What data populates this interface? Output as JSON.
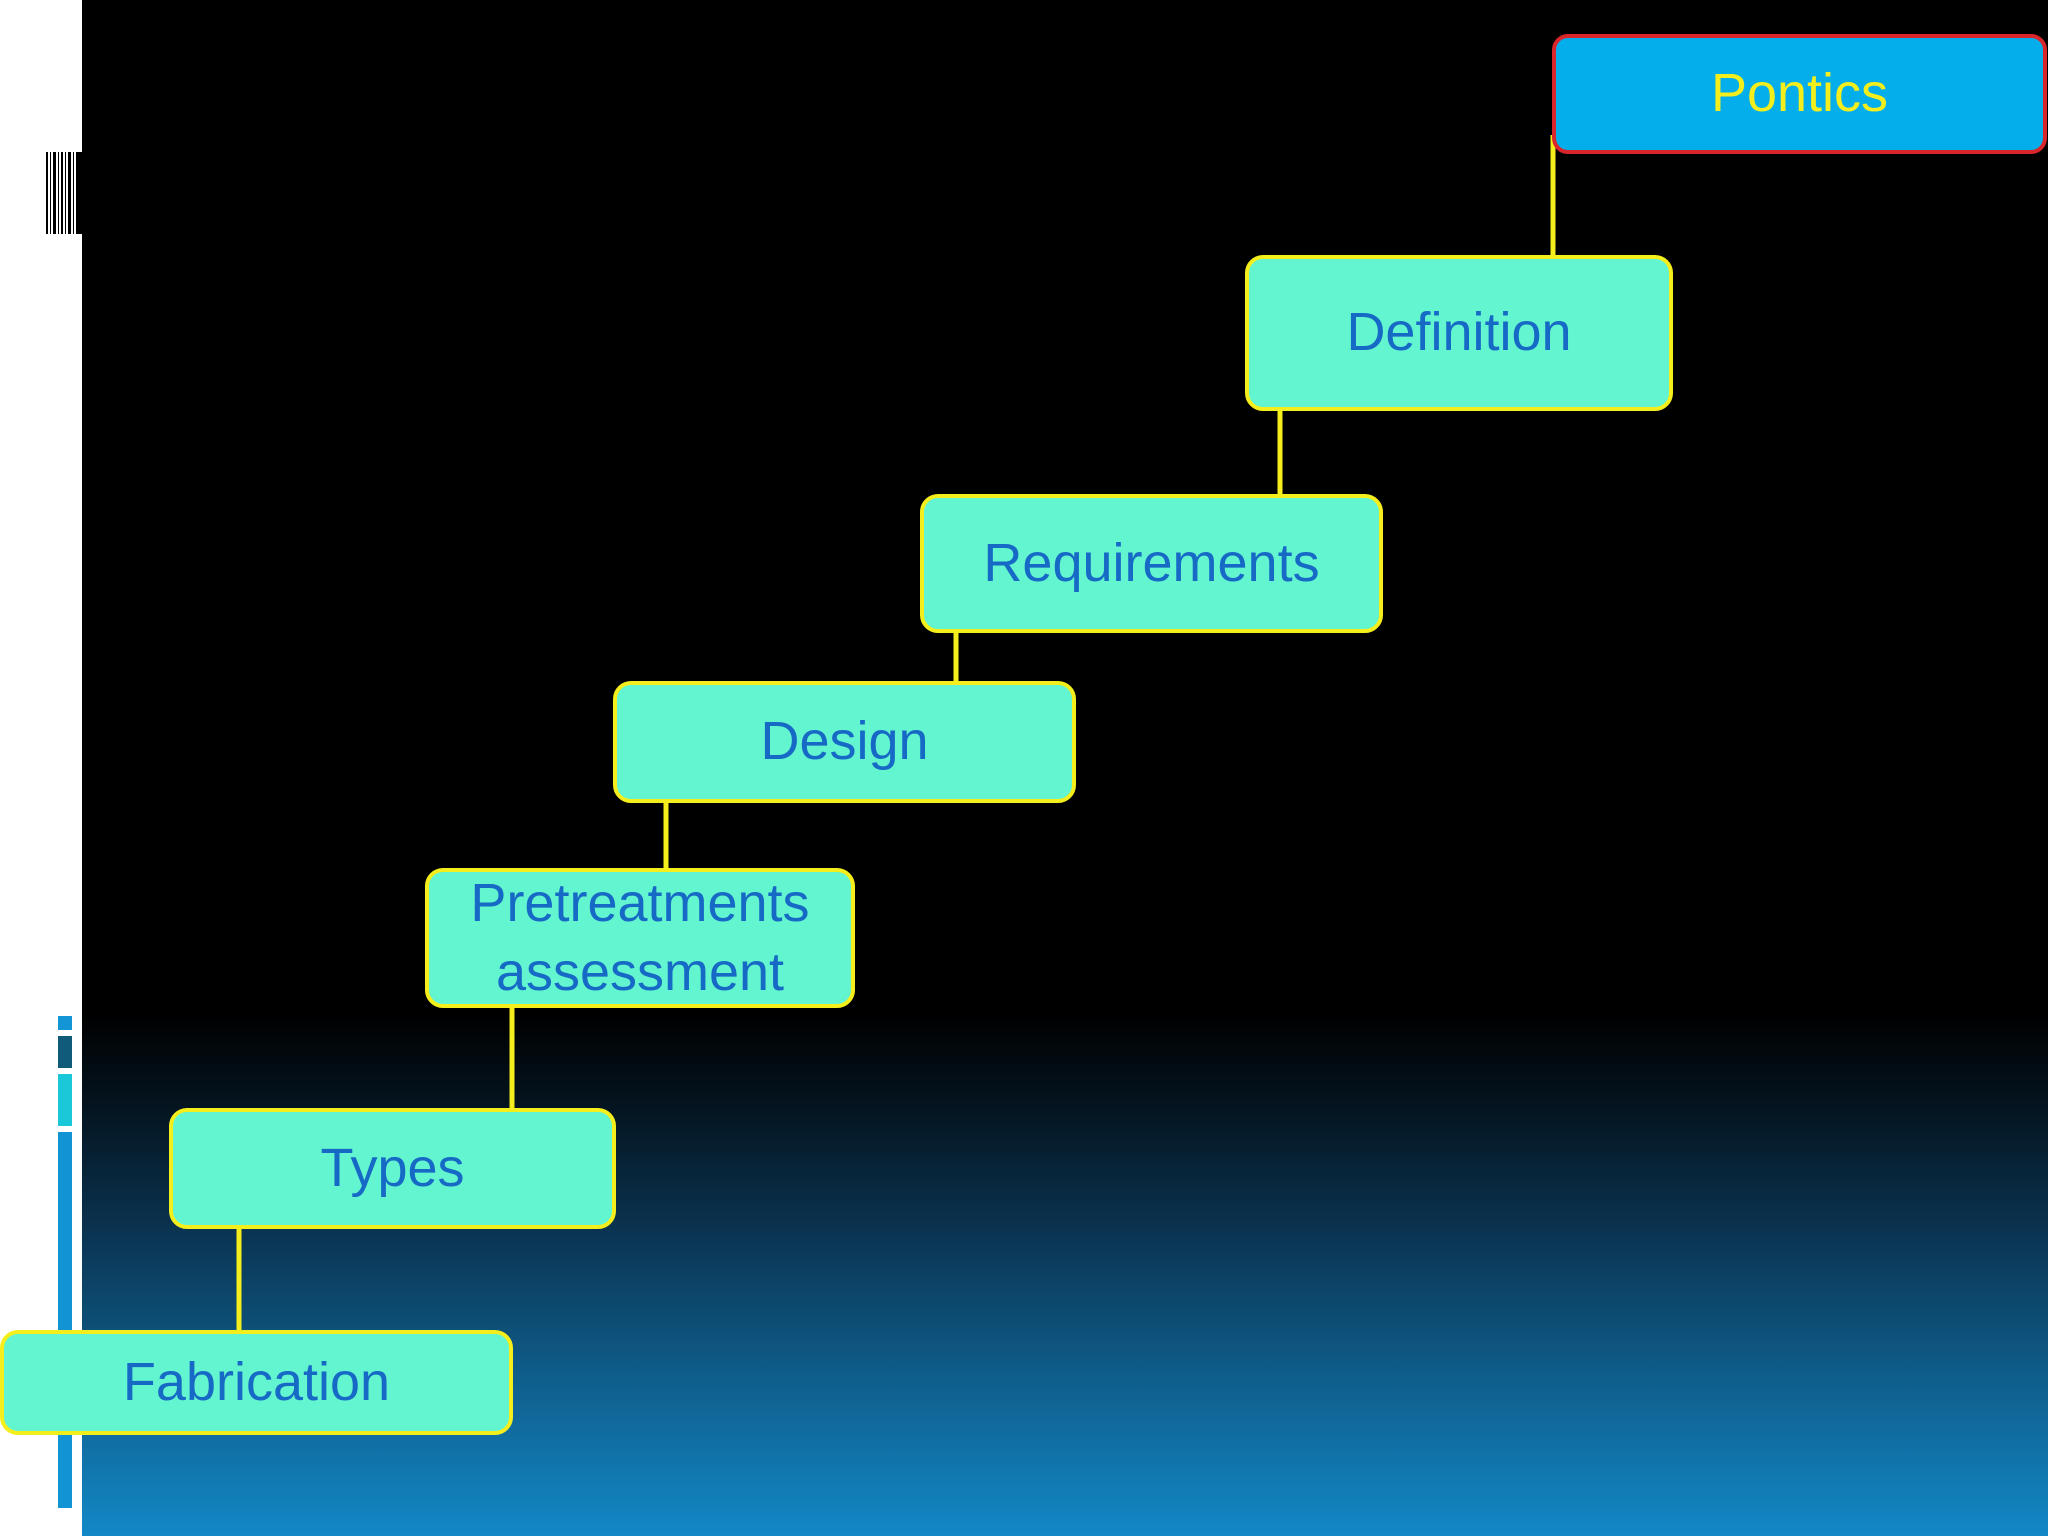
{
  "diagram": {
    "root": {
      "label": "Pontics"
    },
    "steps": [
      {
        "label": "Definition"
      },
      {
        "label": "Requirements"
      },
      {
        "label": "Design"
      },
      {
        "label": "Pretreatments assessment"
      },
      {
        "label": "Types"
      },
      {
        "label": "Fabrication"
      }
    ]
  },
  "colors": {
    "node_fill": "#62f5cf",
    "node_border": "#f4ee1c",
    "node_text": "#1769c6",
    "root_fill": "#04aeea",
    "root_border": "#d9262b",
    "root_text": "#f4ee1c",
    "connector": "#f4ee1c",
    "background_top": "#000000",
    "background_bottom": "#1288c6"
  }
}
